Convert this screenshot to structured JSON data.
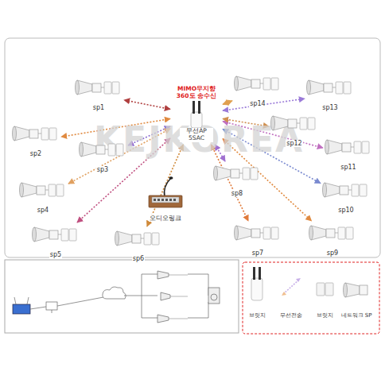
{
  "diagram": {
    "nodes": [
      {
        "text": [
          "MIMO무지향 360도 송수신",
          "무선AP 5SAC"
        ]
      },
      {
        "text": [
          "sp1"
        ]
      },
      {
        "text": [
          "sp2"
        ]
      },
      {
        "text": [
          "sp3"
        ]
      },
      {
        "text": [
          "sp4"
        ]
      },
      {
        "text": [
          "sp5"
        ]
      },
      {
        "text": [
          "sp6"
        ]
      },
      {
        "text": [
          "sp7"
        ]
      },
      {
        "text": [
          "sp8"
        ]
      },
      {
        "text": [
          "sp9"
        ]
      },
      {
        "text": [
          "sp10"
        ]
      },
      {
        "text": [
          "sp11"
        ]
      },
      {
        "text": [
          "sp12"
        ]
      },
      {
        "text": [
          "sp13"
        ]
      },
      {
        "text": [
          "sp14"
        ]
      },
      {
        "text": [
          "오디오링크"
        ]
      }
    ],
    "edges": [
      {
        "from": 0,
        "to": 1,
        "arrow": "both"
      },
      {
        "from": 0,
        "to": 2,
        "arrow": "both"
      },
      {
        "from": 0,
        "to": 3,
        "arrow": "both"
      },
      {
        "from": 0,
        "to": 4,
        "arrow": "both"
      },
      {
        "from": 0,
        "to": 5,
        "arrow": "both"
      },
      {
        "from": 0,
        "to": 6,
        "arrow": "both"
      },
      {
        "from": 0,
        "to": 7,
        "arrow": "both"
      },
      {
        "from": 0,
        "to": 8,
        "arrow": "both"
      },
      {
        "from": 0,
        "to": 9,
        "arrow": "both"
      },
      {
        "from": 0,
        "to": 10,
        "arrow": "both"
      },
      {
        "from": 0,
        "to": 11,
        "arrow": "both"
      },
      {
        "from": 0,
        "to": 12,
        "arrow": "both"
      },
      {
        "from": 0,
        "to": 13,
        "arrow": "both"
      },
      {
        "from": 0,
        "to": 14,
        "arrow": "both"
      }
    ],
    "labels": [
      "KEJKOREA"
    ],
    "legend": [
      {
        "text": "브릿지"
      },
      {
        "text": "무선전송"
      },
      {
        "text": "브릿지"
      },
      {
        "text": "네트워크 SP"
      }
    ]
  }
}
